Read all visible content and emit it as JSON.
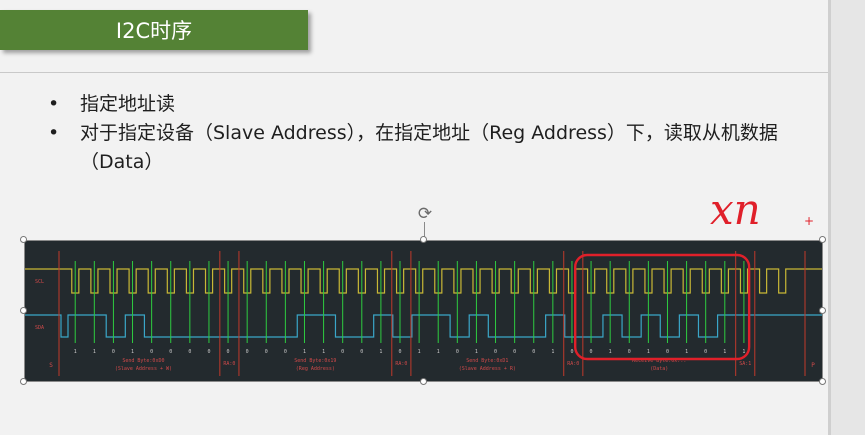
{
  "slide": {
    "title": "I2C时序",
    "bullets": [
      "指定地址读",
      "对于指定设备（Slave Address），在指定地址（Reg Address）下，读取从机数据（Data）"
    ],
    "bullet_char": "•"
  },
  "timing": {
    "scl_label": "SCL",
    "sda_label": "SDA",
    "start_label": "S",
    "end_label": "P",
    "byte_titles": [
      "Send Byte:0xD0",
      "Send Byte:0x19",
      "Send Byte:0xD1",
      "Receive Byte:0x..."
    ],
    "byte_subtitles": [
      "(Slave Address + W)",
      "(Reg Address)",
      "(Slave Address + R)",
      "(Data)"
    ],
    "ack_labels": [
      "RA:0",
      "RA:0",
      "RA:0",
      "SA:1"
    ],
    "bits_byte1": [
      "1",
      "1",
      "0",
      "1",
      "0",
      "0",
      "0",
      "0"
    ],
    "bits_byte2": [
      "0",
      "0",
      "0",
      "1",
      "1",
      "0",
      "0",
      "1"
    ],
    "bits_byte3": [
      "1",
      "1",
      "0",
      "1",
      "0",
      "0",
      "0",
      "1"
    ],
    "bits_byte4": [
      "0",
      "1",
      "0",
      "1",
      "0",
      "1",
      "0",
      "1"
    ]
  },
  "annotation": {
    "text": "xn",
    "plus": "+"
  },
  "colors": {
    "title_bg": "#548235",
    "scl": "#c8b836",
    "sda": "#3aa6c8",
    "bit_line": "#2ecc40",
    "marker": "#e0202a",
    "image_bg": "#232a2e"
  },
  "icons": {
    "rotate": "rotate-handle-icon"
  }
}
